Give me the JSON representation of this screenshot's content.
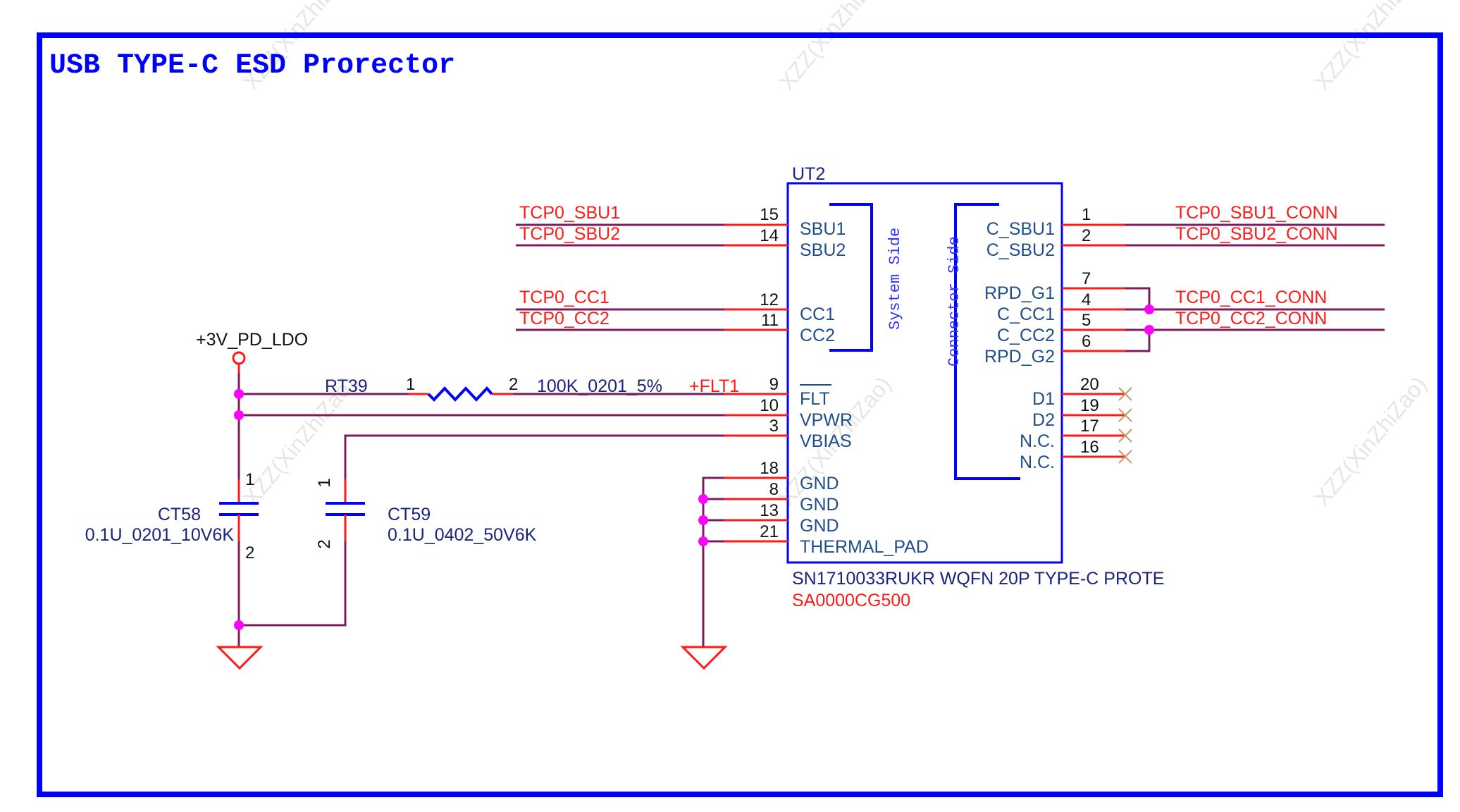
{
  "sheet": {
    "title": "USB TYPE-C ESD Prorector",
    "watermark": "XZZ(XinZhiZao)"
  },
  "colors": {
    "frame": "#0000ff",
    "net_label": "#ff1a1a",
    "wire": "#7a1f5c",
    "junction": "#ff00ff",
    "component_body": "#0000ff",
    "pin_name": "#1f4e8c"
  },
  "ic": {
    "ref": "UT2",
    "part": "SN1710033RUKR WQFN 20P TYPE-C PROTE",
    "part_number": "SA0000CG500",
    "system_side_label": "System Side",
    "connector_side_label": "Connector Side",
    "left_pins": [
      {
        "num": "15",
        "name": "SBU1",
        "net": "TCP0_SBU1"
      },
      {
        "num": "14",
        "name": "SBU2",
        "net": "TCP0_SBU2"
      },
      {
        "num": "12",
        "name": "CC1",
        "net": "TCP0_CC1"
      },
      {
        "num": "11",
        "name": "CC2",
        "net": "TCP0_CC2"
      },
      {
        "num": "9",
        "name": "FLT",
        "net": "+FLT1",
        "overbar": true
      },
      {
        "num": "10",
        "name": "VPWR",
        "net": ""
      },
      {
        "num": "3",
        "name": "VBIAS",
        "net": ""
      },
      {
        "num": "18",
        "name": "GND",
        "net": ""
      },
      {
        "num": "8",
        "name": "GND",
        "net": ""
      },
      {
        "num": "13",
        "name": "GND",
        "net": ""
      },
      {
        "num": "21",
        "name": "THERMAL_PAD",
        "net": ""
      }
    ],
    "right_pins": [
      {
        "num": "1",
        "name": "C_SBU1",
        "net": "TCP0_SBU1_CONN"
      },
      {
        "num": "2",
        "name": "C_SBU2",
        "net": "TCP0_SBU2_CONN"
      },
      {
        "num": "7",
        "name": "RPD_G1",
        "net": ""
      },
      {
        "num": "4",
        "name": "C_CC1",
        "net": "TCP0_CC1_CONN"
      },
      {
        "num": "5",
        "name": "C_CC2",
        "net": "TCP0_CC2_CONN"
      },
      {
        "num": "6",
        "name": "RPD_G2",
        "net": ""
      },
      {
        "num": "20",
        "name": "D1",
        "net": "",
        "no_connect": true
      },
      {
        "num": "19",
        "name": "D2",
        "net": "",
        "no_connect": true
      },
      {
        "num": "17",
        "name": "N.C.",
        "net": "",
        "no_connect": true
      },
      {
        "num": "16",
        "name": "N.C.",
        "net": "",
        "no_connect": true
      }
    ]
  },
  "power": {
    "rail": "+3V_PD_LDO"
  },
  "resistor": {
    "ref": "RT39",
    "value": "100K_0201_5%",
    "pin1": "1",
    "pin2": "2"
  },
  "capacitors": [
    {
      "ref": "CT58",
      "value": "0.1U_0201_10V6K",
      "pin1": "1",
      "pin2": "2"
    },
    {
      "ref": "CT59",
      "value": "0.1U_0402_50V6K",
      "pin1": "1",
      "pin2": "2"
    }
  ]
}
